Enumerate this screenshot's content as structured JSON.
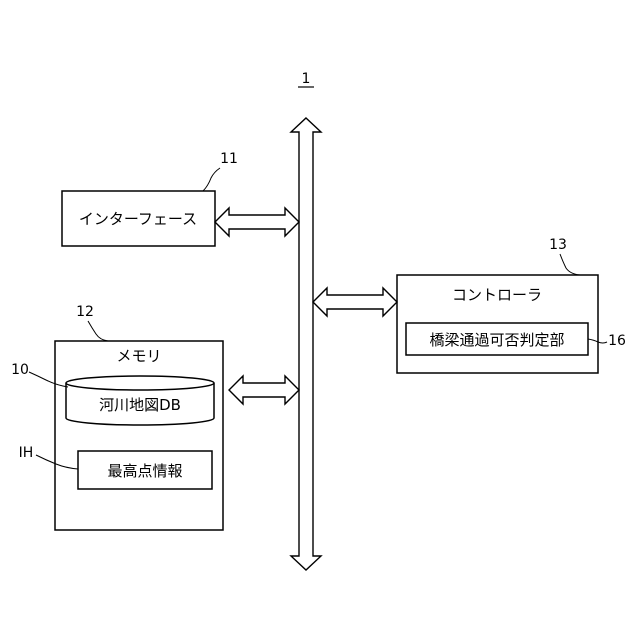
{
  "system_ref": "1",
  "interface": {
    "label": "インターフェース",
    "ref": "11"
  },
  "memory": {
    "label": "メモリ",
    "ref": "12",
    "river_db": {
      "label": "河川地図DB",
      "ref": "10"
    },
    "max_info": {
      "label": "最高点情報",
      "ref": "IH"
    }
  },
  "controller": {
    "label": "コントローラ",
    "ref": "13",
    "bridge_unit": {
      "label": "橋梁通過可否判定部",
      "ref": "16"
    }
  }
}
